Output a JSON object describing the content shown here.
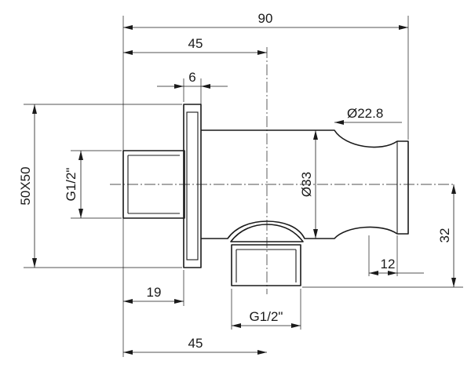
{
  "dimensions": {
    "overall_length": "90",
    "half_length_top": "45",
    "flange_thickness": "6",
    "outlet_diameter": "Ø22.8",
    "body_diameter": "Ø33",
    "flange_size": "50X50",
    "inlet_thread": "G1/2\"",
    "outlet_thread": "G1/2\"",
    "inlet_length": "19",
    "half_length_bottom": "45",
    "outlet_offset": "12",
    "center_height": "32"
  }
}
